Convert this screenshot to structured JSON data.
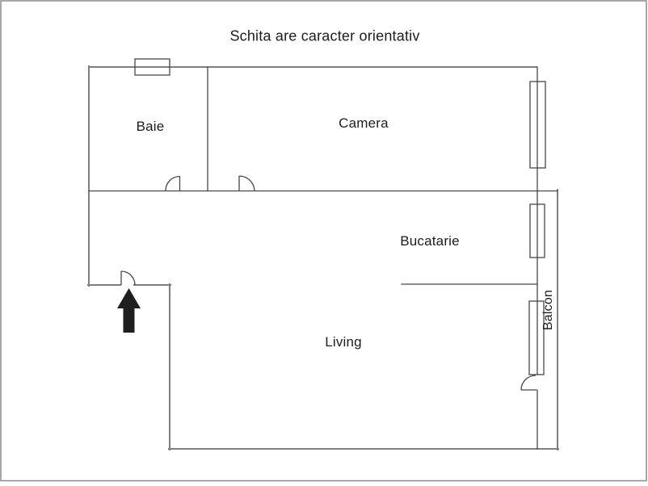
{
  "title": "Schita are caracter orientativ",
  "rooms": {
    "baie": "Baie",
    "camera": "Camera",
    "bucatarie": "Bucatarie",
    "living": "Living",
    "balcon": "Balcon"
  },
  "icons": {
    "entrance_arrow": "filled black arrow pointing up at apartment entrance door"
  },
  "colors": {
    "outer_wall": "#7f7f7f",
    "interior_line": "#474747",
    "page_border": "#8a8a8a",
    "text": "#1c1c1c",
    "arrow": "#1f1f1f",
    "background": "#ffffff"
  }
}
